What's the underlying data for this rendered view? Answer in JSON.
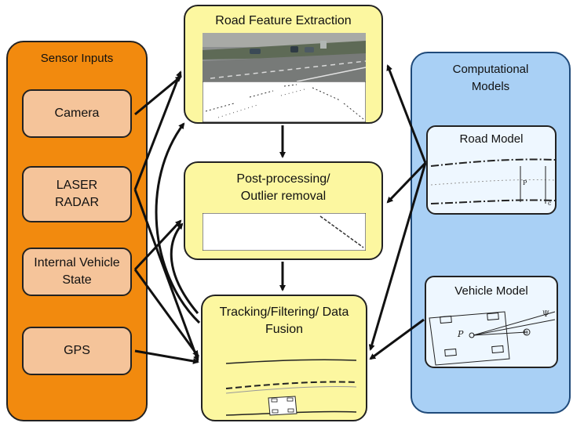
{
  "sensor_panel": {
    "title": "Sensor Inputs",
    "items": [
      {
        "label": "Camera"
      },
      {
        "label": "LASER RADAR"
      },
      {
        "label": "Internal Vehicle State"
      },
      {
        "label": "GPS"
      }
    ]
  },
  "models_panel": {
    "title": "Computational Models",
    "road_model": {
      "title": "Road Model",
      "label_p": "P",
      "label_c": "c"
    },
    "vehicle_model": {
      "title": "Vehicle Model",
      "label_psi": "Ψ",
      "label_p": "P",
      "label_theta": "Θ"
    }
  },
  "pipeline": {
    "extraction": {
      "title": "Road Feature Extraction"
    },
    "postprocessing": {
      "title": "Post-processing/ Outlier removal"
    },
    "tracking": {
      "title": "Tracking/Filtering/ Data Fusion"
    }
  },
  "colors": {
    "sensor_panel": "#f28a0e",
    "sensor_box": "#f5c49a",
    "pipeline_box": "#fcf7a0",
    "models_panel": "#a9d0f5",
    "model_box": "#eef7ff"
  }
}
